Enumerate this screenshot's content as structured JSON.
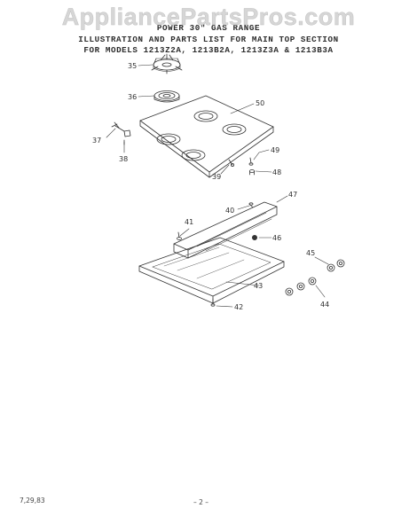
{
  "watermark": "AppliancePartsPros.com",
  "header": {
    "line1": "POWER 30\" GAS RANGE",
    "line2": "ILLUSTRATION AND PARTS LIST FOR MAIN TOP SECTION",
    "line3": "FOR MODELS 1213Z2A, 1213B2A, 1213Z3A & 1213B3A"
  },
  "callouts": {
    "c35": "35",
    "c36": "36",
    "c37": "37",
    "c38": "38",
    "c39": "39",
    "c40": "40",
    "c41": "41",
    "c42": "42",
    "c43": "43",
    "c44": "44",
    "c45": "45",
    "c46": "46",
    "c47": "47",
    "c48": "48",
    "c49": "49",
    "c50": "50"
  },
  "footer": {
    "date": "7,29,83",
    "page": "– 2 –"
  }
}
